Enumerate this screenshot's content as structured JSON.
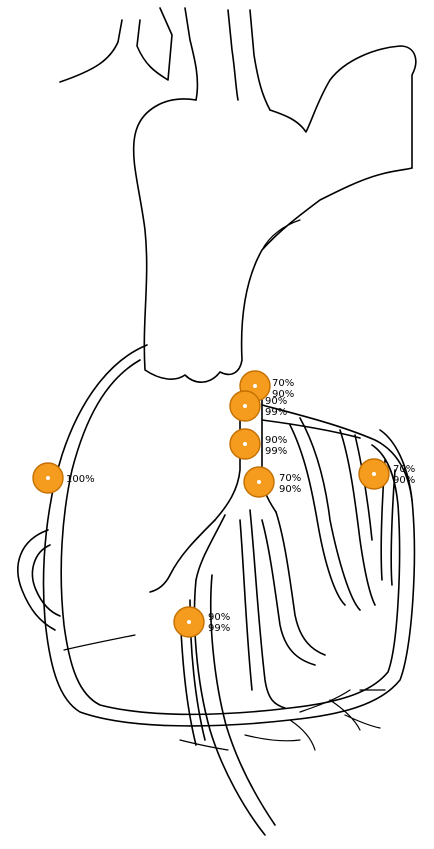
{
  "colors": {
    "marker_fill": "#f59b1e",
    "marker_ring": "#c46f00",
    "outline": "#000000",
    "background": "#ffffff"
  },
  "markers": [
    {
      "id": "m1",
      "lines": [
        "70%",
        "90%"
      ]
    },
    {
      "id": "m2",
      "lines": [
        "90%",
        "99%"
      ]
    },
    {
      "id": "m3",
      "lines": [
        "90%",
        "99%"
      ]
    },
    {
      "id": "m4",
      "lines": [
        "70%",
        "90%"
      ]
    },
    {
      "id": "m5",
      "lines": [
        "100%"
      ]
    },
    {
      "id": "m6",
      "lines": [
        "70%",
        "90%"
      ]
    },
    {
      "id": "m7",
      "lines": [
        "90%",
        "99%"
      ]
    }
  ]
}
